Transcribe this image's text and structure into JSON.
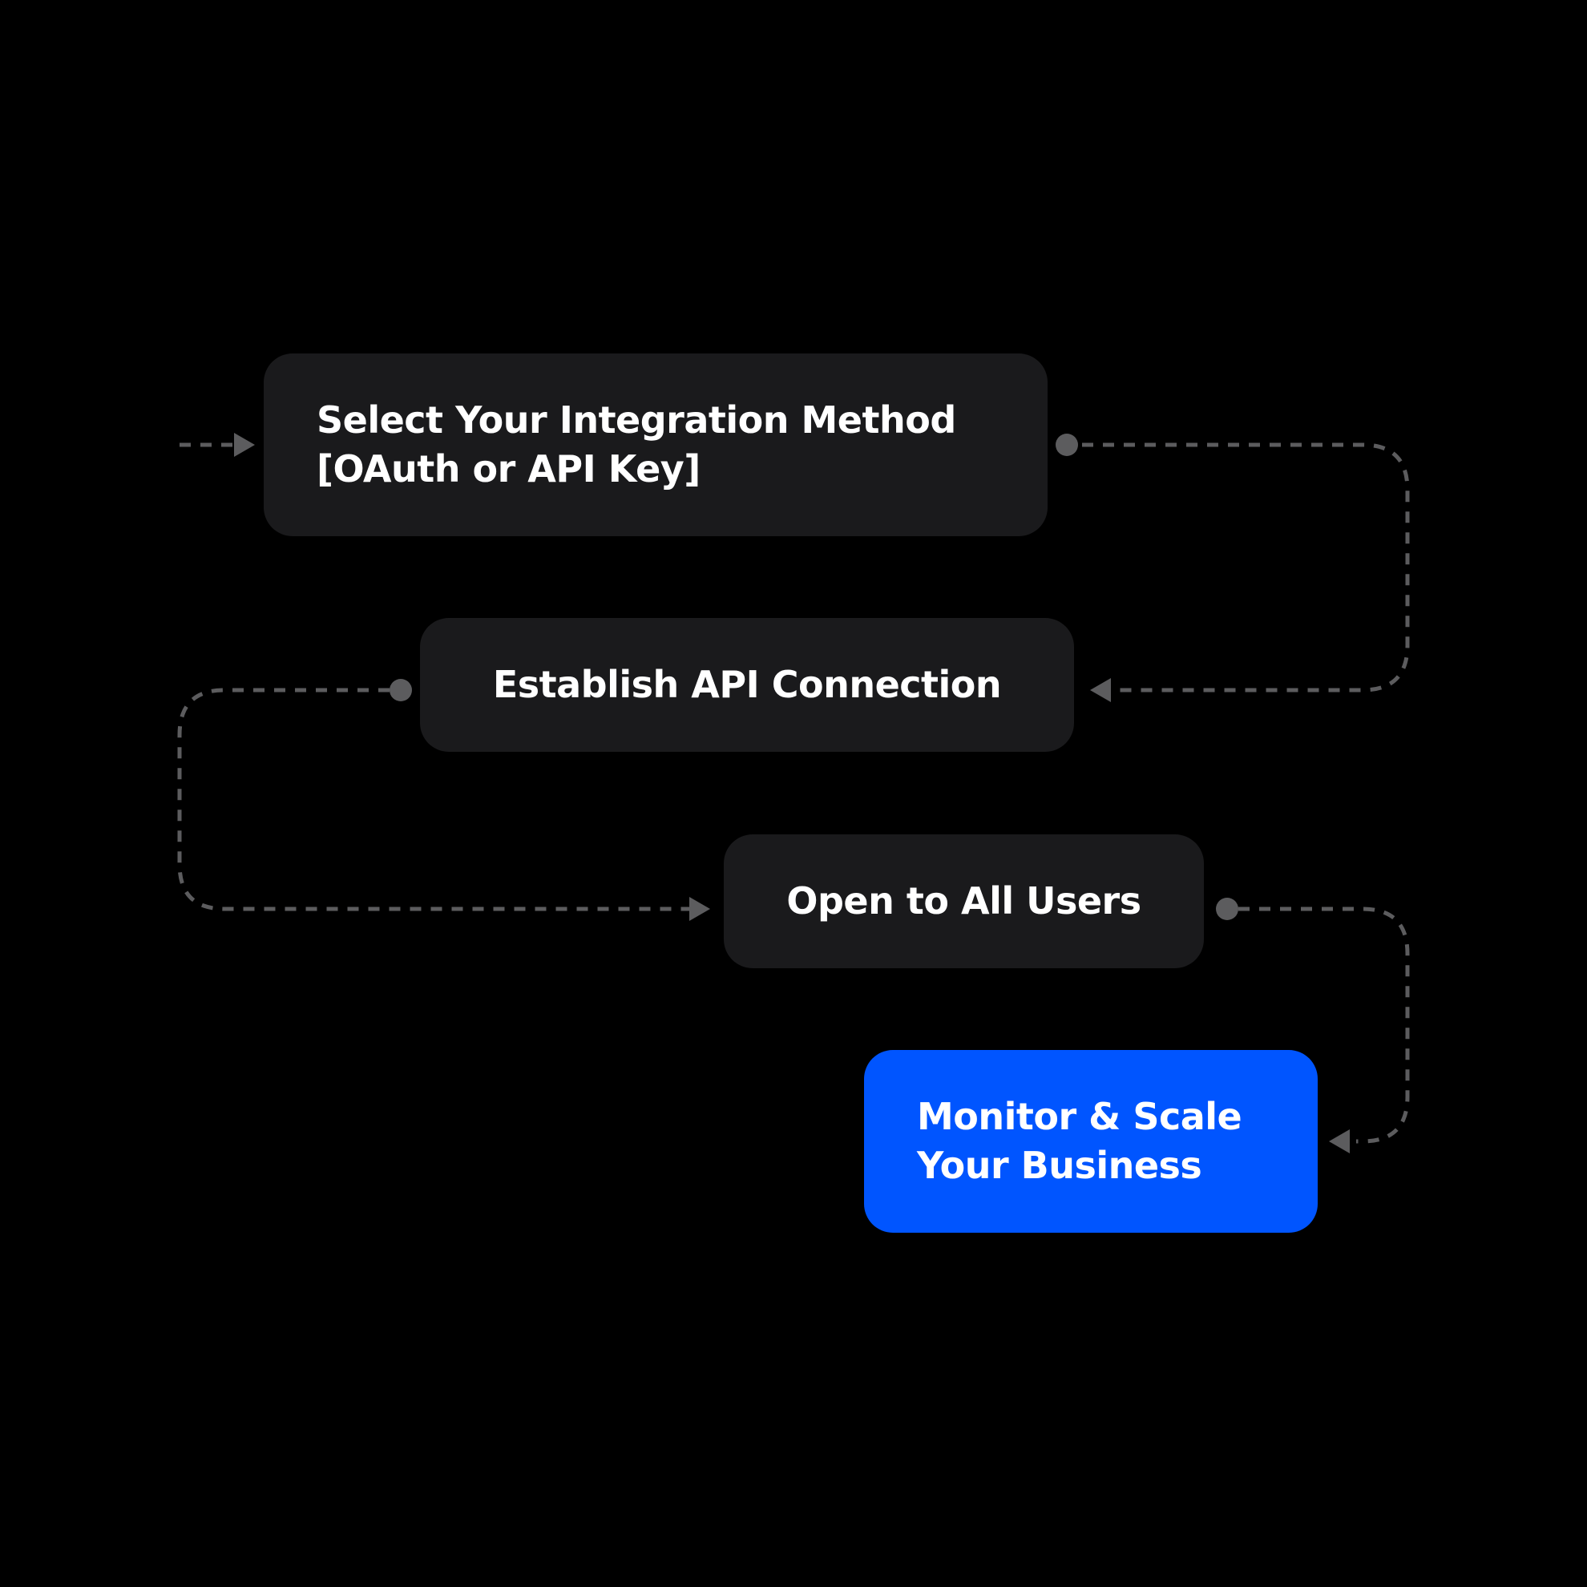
{
  "steps": [
    {
      "label_lines": [
        "Select Your Integration Method",
        "[OAuth or API Key]"
      ]
    },
    {
      "label_lines": [
        "Establish API Connection"
      ]
    },
    {
      "label_lines": [
        "Open to All Users"
      ]
    },
    {
      "label_lines": [
        "Monitor & Scale",
        "Your Business"
      ]
    }
  ],
  "colors": {
    "background": "#000000",
    "step_box": "#1a1a1c",
    "final_step_box": "#0055ff",
    "text": "#ffffff",
    "connector": "#5c5c5e"
  }
}
